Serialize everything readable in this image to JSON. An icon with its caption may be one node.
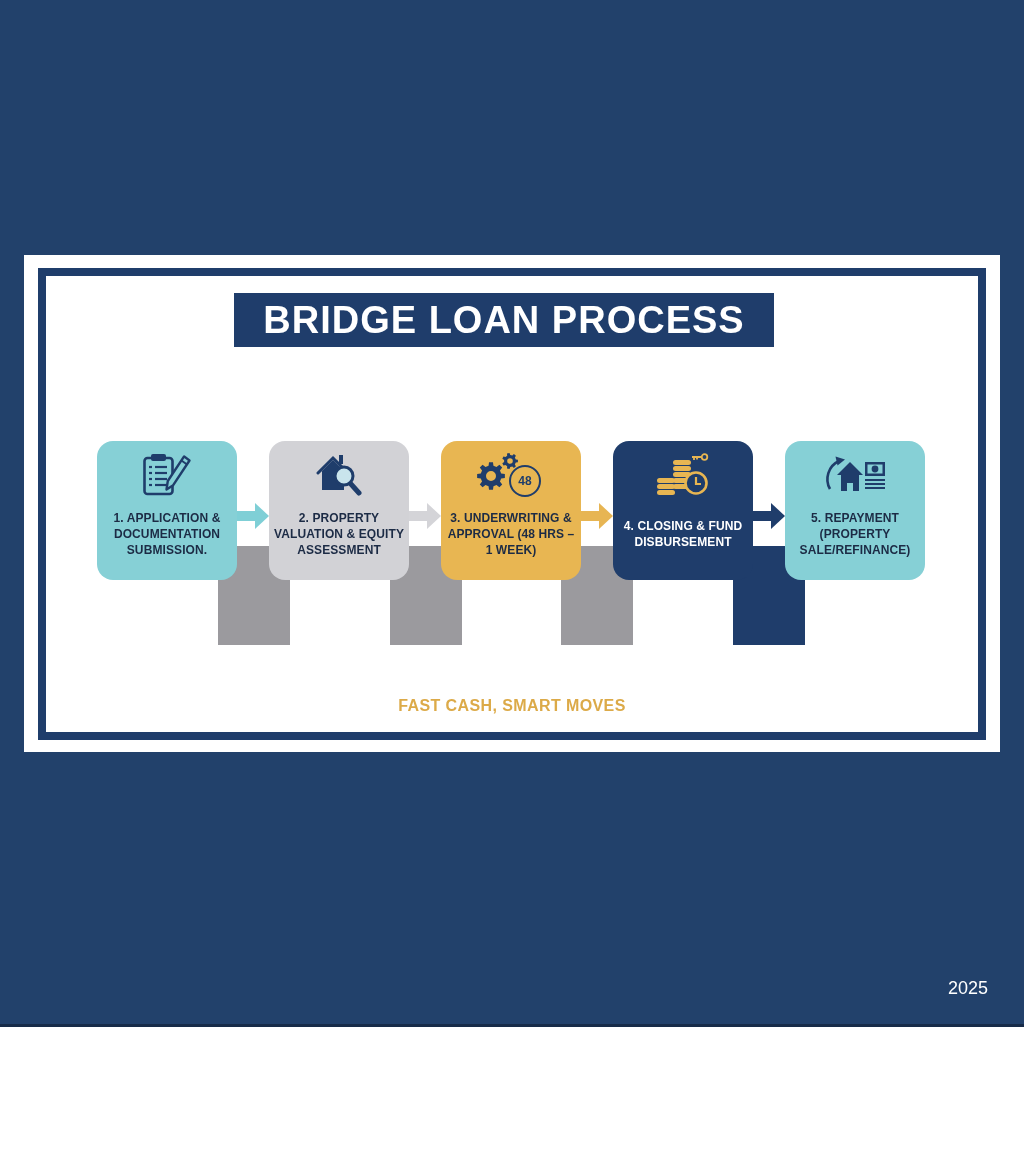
{
  "diagram": {
    "title": "BRIDGE LOAN PROCESS",
    "nodes": [
      {
        "text": [
          "1. APPLICATION & DOCUMENTATION SUBMISSION."
        ]
      },
      {
        "text": [
          "2. PROPERTY VALUATION & EQUITY ASSESSMENT"
        ]
      },
      {
        "text": [
          "3. UNDERWRITING & APPROVAL (48 HRS – 1 WEEK)"
        ]
      },
      {
        "text": [
          "4. CLOSING & FUND DISBURSEMENT"
        ]
      },
      {
        "text": [
          "5. REPAYMENT (PROPERTY SALE/REFINANCE)"
        ]
      },
      {
        "text": [],
        "shape": "bar"
      },
      {
        "text": [],
        "shape": "bar"
      },
      {
        "text": [],
        "shape": "bar"
      },
      {
        "text": [],
        "shape": "bar"
      }
    ],
    "edges": [
      {
        "from": 0,
        "to": 1,
        "arrow": "to",
        "color": "#7fcfd6"
      },
      {
        "from": 1,
        "to": 2,
        "arrow": "to",
        "color": "#d4d4d8"
      },
      {
        "from": 2,
        "to": 3,
        "arrow": "to",
        "color": "#e7b553"
      },
      {
        "from": 3,
        "to": 4,
        "arrow": "to",
        "color": "#1f3d6b"
      }
    ],
    "labels": [
      "48",
      "FAST CASH, SMART MOVES",
      "2025"
    ]
  }
}
